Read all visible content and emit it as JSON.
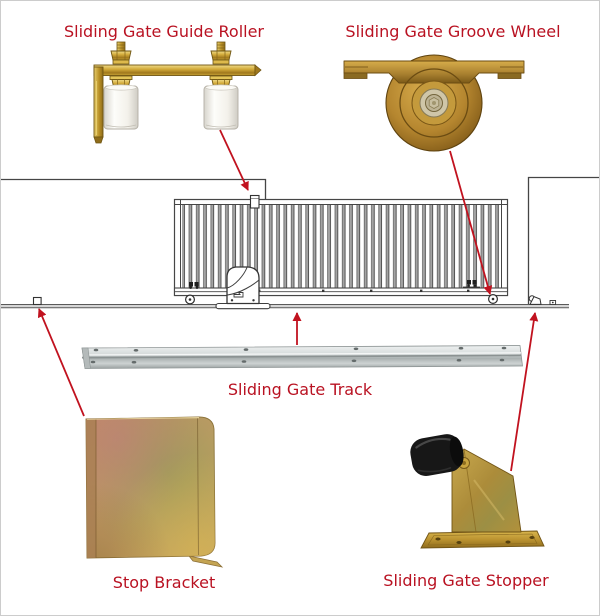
{
  "colors": {
    "label_red": "#b91222",
    "arrow_red": "#c1121f",
    "line_dark": "#454545",
    "brass_light": "#e6c95f",
    "brass_dark": "#8f6c1a",
    "bronze": "#a87f2f",
    "track_gray": "#c7cbcb",
    "rubber_black": "#171717",
    "zinc_gold": "#c29160"
  },
  "labels": {
    "guide_roller": "Sliding Gate Guide Roller",
    "groove_wheel": "Sliding Gate Groove Wheel",
    "track": "Sliding Gate Track",
    "stop_bracket": "Stop Bracket",
    "stopper": "Sliding Gate Stopper"
  }
}
